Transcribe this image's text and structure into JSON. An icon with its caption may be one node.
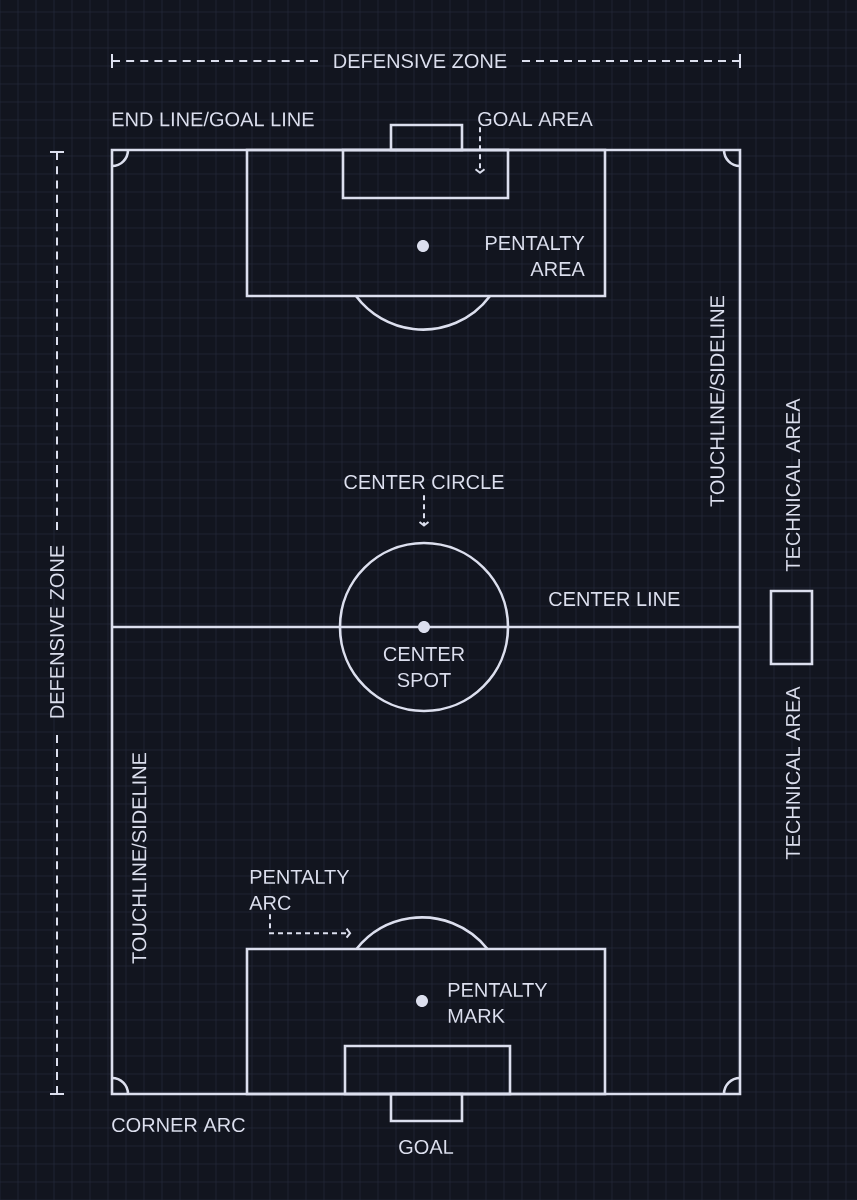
{
  "diagram": {
    "nodes": [
      {
        "text": [
          "GOAL AREA"
        ]
      },
      {
        "text": [],
        "shape": "box"
      },
      {
        "text": [
          "CENTER CIRCLE"
        ]
      },
      {
        "text": [],
        "shape": "circle"
      },
      {
        "text": [],
        "shape": "box",
        "beside": [
          "TECHNICAL AREA",
          "TECHNICAL AREA"
        ]
      },
      {
        "text": [
          "PENTALTY ARC"
        ]
      },
      {
        "text": [],
        "shape": "arc"
      },
      {
        "text": [],
        "shape": "box"
      }
    ],
    "edges": [
      {
        "from": 0,
        "to": 1,
        "arrow": "to",
        "style": "dashed"
      },
      {
        "from": 2,
        "to": 3,
        "arrow": "to",
        "style": "dashed"
      },
      {
        "from": 5,
        "to": 6,
        "arrow": "to",
        "style": "dashed"
      }
    ],
    "labels": [
      "DEFENSIVE ZONE",
      "END LINE/GOAL LINE",
      "PENTALTY AREA",
      "TOUCHLINE/SIDELINE",
      "DEFENSIVE ZONE",
      "CENTER LINE",
      "CENTER SPOT",
      "TOUCHLINE/SIDELINE",
      "PENTALTY MARK",
      "CORNER ARC",
      "GOAL"
    ]
  }
}
